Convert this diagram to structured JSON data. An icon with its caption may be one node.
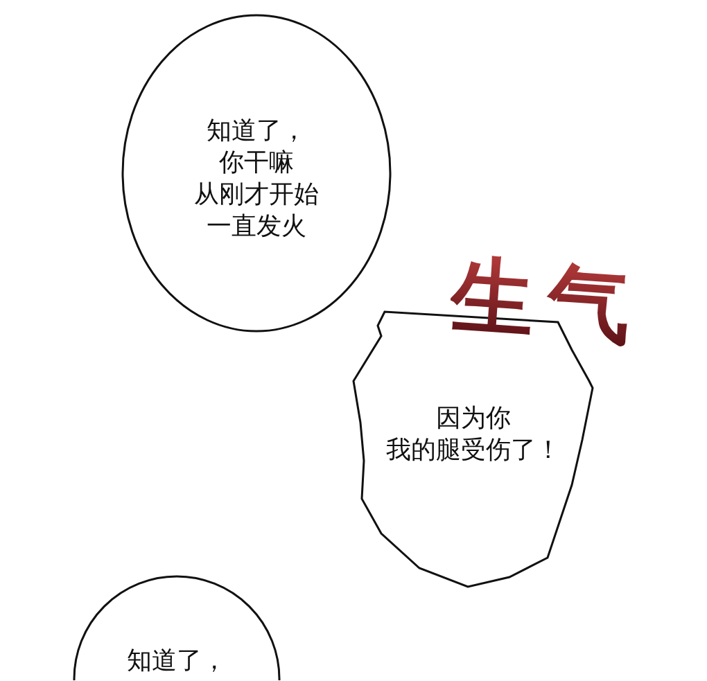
{
  "diagram": {
    "nodes": [
      {
        "text": [
          "知道了，你干嘛从刚才开始一直发火"
        ]
      },
      {
        "text": [
          "因为你我的腿受伤了！"
        ]
      },
      {
        "text": [
          "知道了，"
        ]
      }
    ],
    "labels": [
      "生气"
    ]
  }
}
